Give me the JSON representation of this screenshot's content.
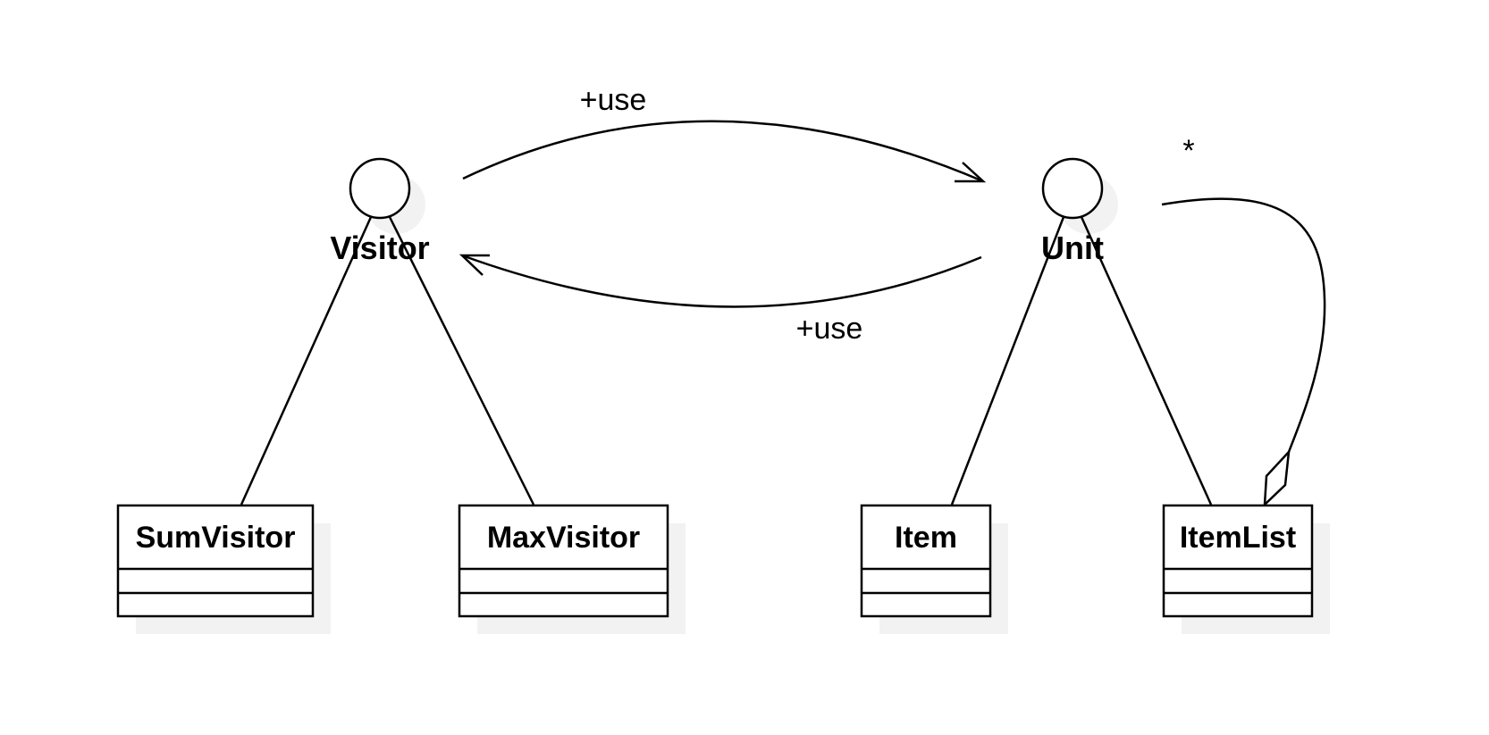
{
  "interfaces": [
    {
      "id": "visitor",
      "name": "Visitor"
    },
    {
      "id": "unit",
      "name": "Unit"
    }
  ],
  "classes": [
    {
      "id": "sumvisitor",
      "name": "SumVisitor"
    },
    {
      "id": "maxvisitor",
      "name": "MaxVisitor"
    },
    {
      "id": "item",
      "name": "Item"
    },
    {
      "id": "itemlist",
      "name": "ItemList"
    }
  ],
  "associations": [
    {
      "from": "Visitor",
      "to": "Unit",
      "label": "+use"
    },
    {
      "from": "Unit",
      "to": "Visitor",
      "label": "+use"
    }
  ],
  "aggregation": {
    "whole": "ItemList",
    "part": "Unit",
    "multiplicity": "*"
  },
  "realizations": [
    {
      "interface": "Visitor",
      "class": "SumVisitor"
    },
    {
      "interface": "Visitor",
      "class": "MaxVisitor"
    },
    {
      "interface": "Unit",
      "class": "Item"
    },
    {
      "interface": "Unit",
      "class": "ItemList"
    }
  ],
  "colors": {
    "stroke": "#000000",
    "shadow": "#f2f2f2",
    "fill": "#ffffff"
  }
}
